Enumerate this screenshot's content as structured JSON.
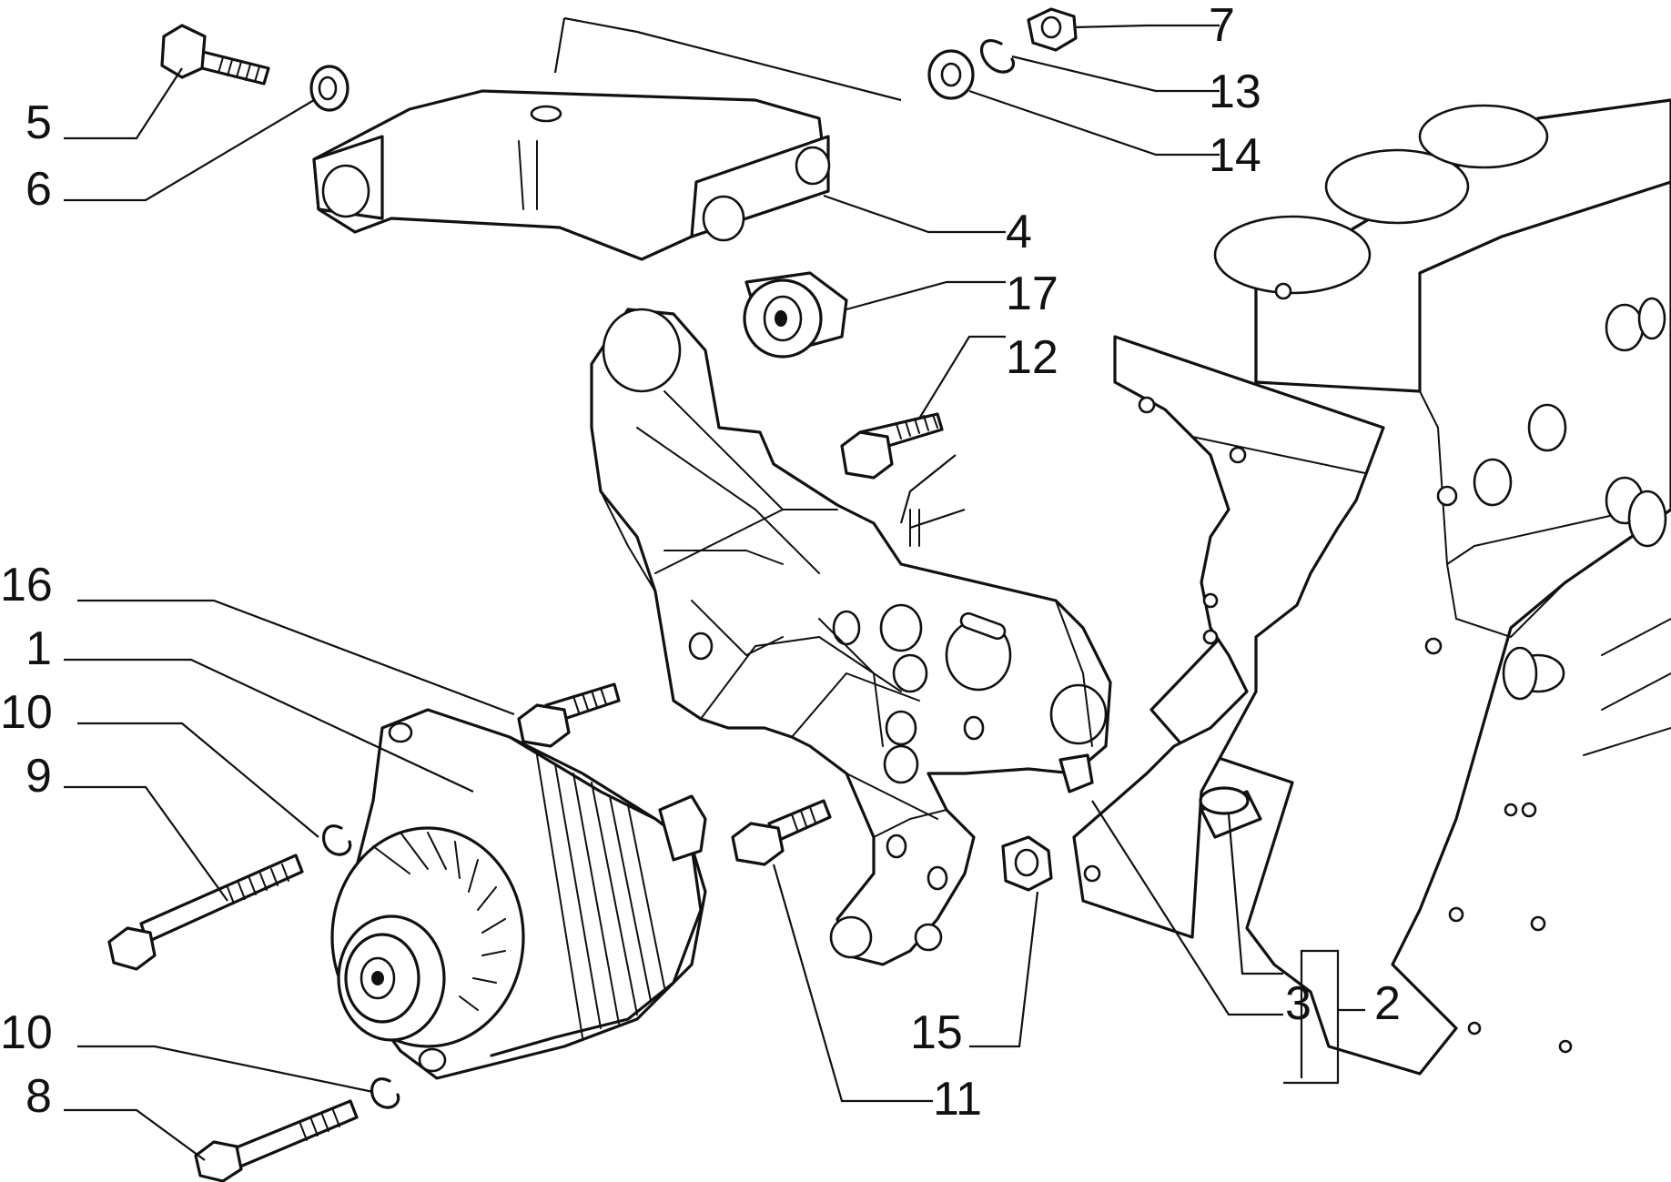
{
  "colors": {
    "ink": "#111111",
    "paper": "#ffffff"
  },
  "callouts": {
    "c1": "1",
    "c2": "2",
    "c3": "3",
    "c4": "4",
    "c5": "5",
    "c6": "6",
    "c7": "7",
    "c8": "8",
    "c9": "9",
    "c10a": "10",
    "c10b": "10",
    "c11": "11",
    "c12": "12",
    "c13": "13",
    "c14": "14",
    "c15": "15",
    "c16": "16",
    "c17": "17"
  }
}
